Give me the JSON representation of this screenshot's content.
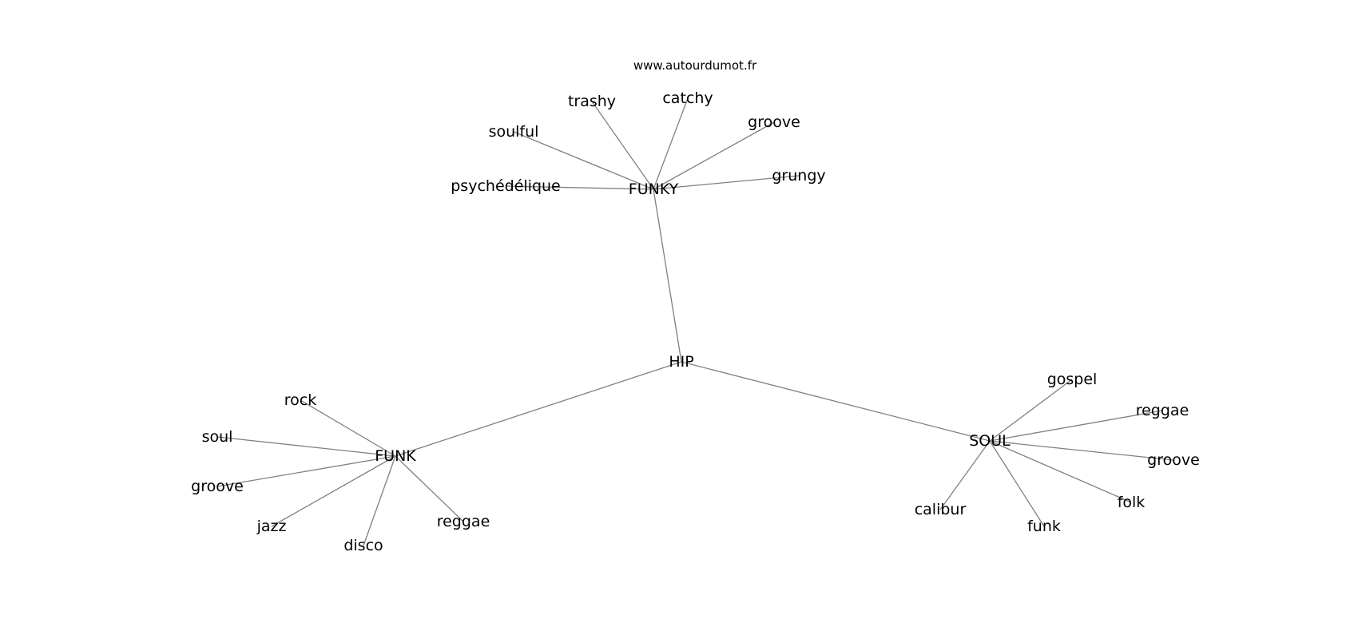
{
  "site": "www.autourdumot.fr",
  "graph": {
    "nodes": [
      {
        "id": "hip",
        "label": "HIP"
      },
      {
        "id": "funky",
        "label": "FUNKY"
      },
      {
        "id": "funk",
        "label": "FUNK"
      },
      {
        "id": "soul_hub",
        "label": "SOUL"
      },
      {
        "id": "funky_soulful",
        "label": "soulful"
      },
      {
        "id": "funky_trashy",
        "label": "trashy"
      },
      {
        "id": "funky_catchy",
        "label": "catchy"
      },
      {
        "id": "funky_groove",
        "label": "groove"
      },
      {
        "id": "funky_grungy",
        "label": "grungy"
      },
      {
        "id": "funky_psychedelique",
        "label": "psychédélique"
      },
      {
        "id": "funk_rock",
        "label": "rock"
      },
      {
        "id": "funk_soul",
        "label": "soul"
      },
      {
        "id": "funk_groove",
        "label": "groove"
      },
      {
        "id": "funk_jazz",
        "label": "jazz"
      },
      {
        "id": "funk_disco",
        "label": "disco"
      },
      {
        "id": "funk_reggae",
        "label": "reggae"
      },
      {
        "id": "soul_gospel",
        "label": "gospel"
      },
      {
        "id": "soul_reggae",
        "label": "reggae"
      },
      {
        "id": "soul_groove",
        "label": "groove"
      },
      {
        "id": "soul_folk",
        "label": "folk"
      },
      {
        "id": "soul_funk",
        "label": "funk"
      },
      {
        "id": "soul_calibur",
        "label": "calibur"
      }
    ],
    "edges": [
      [
        "hip",
        "funky"
      ],
      [
        "hip",
        "funk"
      ],
      [
        "hip",
        "soul_hub"
      ],
      [
        "funky",
        "funky_soulful"
      ],
      [
        "funky",
        "funky_trashy"
      ],
      [
        "funky",
        "funky_catchy"
      ],
      [
        "funky",
        "funky_groove"
      ],
      [
        "funky",
        "funky_grungy"
      ],
      [
        "funky",
        "funky_psychedelique"
      ],
      [
        "funk",
        "funk_rock"
      ],
      [
        "funk",
        "funk_soul"
      ],
      [
        "funk",
        "funk_groove"
      ],
      [
        "funk",
        "funk_jazz"
      ],
      [
        "funk",
        "funk_disco"
      ],
      [
        "funk",
        "funk_reggae"
      ],
      [
        "soul_hub",
        "soul_gospel"
      ],
      [
        "soul_hub",
        "soul_reggae"
      ],
      [
        "soul_hub",
        "soul_groove"
      ],
      [
        "soul_hub",
        "soul_folk"
      ],
      [
        "soul_hub",
        "soul_funk"
      ],
      [
        "soul_hub",
        "soul_calibur"
      ]
    ]
  }
}
